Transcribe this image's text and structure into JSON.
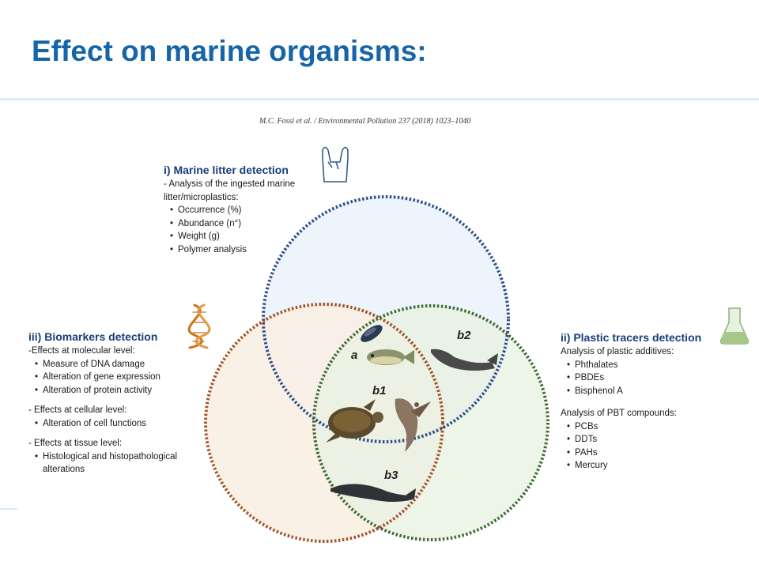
{
  "slide": {
    "title": "Effect on marine organisms:",
    "citation": "M.C. Fossi et al. / Environmental Pollution 237 (2018) 1023–1040"
  },
  "section_i": {
    "heading": "i) Marine litter detection",
    "line1": "- Analysis of the ingested marine",
    "line2": "litter/microplastics:",
    "items": [
      "Occurrence (%)",
      "Abundance (n°)",
      "Weight (g)",
      "Polymer analysis"
    ],
    "icon": "plastic-bag-icon"
  },
  "section_iii": {
    "heading": "iii) Biomarkers detection",
    "molecular": "-Effects at molecular level:",
    "molecular_items": [
      "Measure of DNA damage",
      "Alteration of gene expression",
      "Alteration of protein activity"
    ],
    "cellular": "- Effects at cellular level:",
    "cellular_items": [
      "Alteration of cell functions"
    ],
    "tissue": "- Effects at tissue level:",
    "tissue_item_line1": "Histological and histopathological",
    "tissue_item_line2": "alterations",
    "icon": "dna-icon"
  },
  "section_ii": {
    "heading": "ii) Plastic tracers detection",
    "additives": "Analysis of plastic additives:",
    "additive_items": [
      "Phthalates",
      "PBDEs",
      "Bisphenol A"
    ],
    "pbt": "Analysis of PBT compounds:",
    "pbt_items": [
      "PCBs",
      "DDTs",
      "PAHs",
      "Mercury"
    ],
    "icon": "flask-icon"
  },
  "venn_labels": {
    "a": "a",
    "b1": "b1",
    "b2": "b2",
    "b3": "b3"
  },
  "colors": {
    "title": "#1565a8",
    "circle_blue": "#2f4f8a",
    "circle_blue_fill": "#edf4fb",
    "circle_orange": "#a0552a",
    "circle_orange_fill": "#f9eee2",
    "circle_green": "#3f6b35",
    "circle_green_fill": "#e9f1e2"
  },
  "organisms": [
    "mussel",
    "fish",
    "sperm-whale",
    "sea-turtle",
    "seabird",
    "fin-whale"
  ]
}
